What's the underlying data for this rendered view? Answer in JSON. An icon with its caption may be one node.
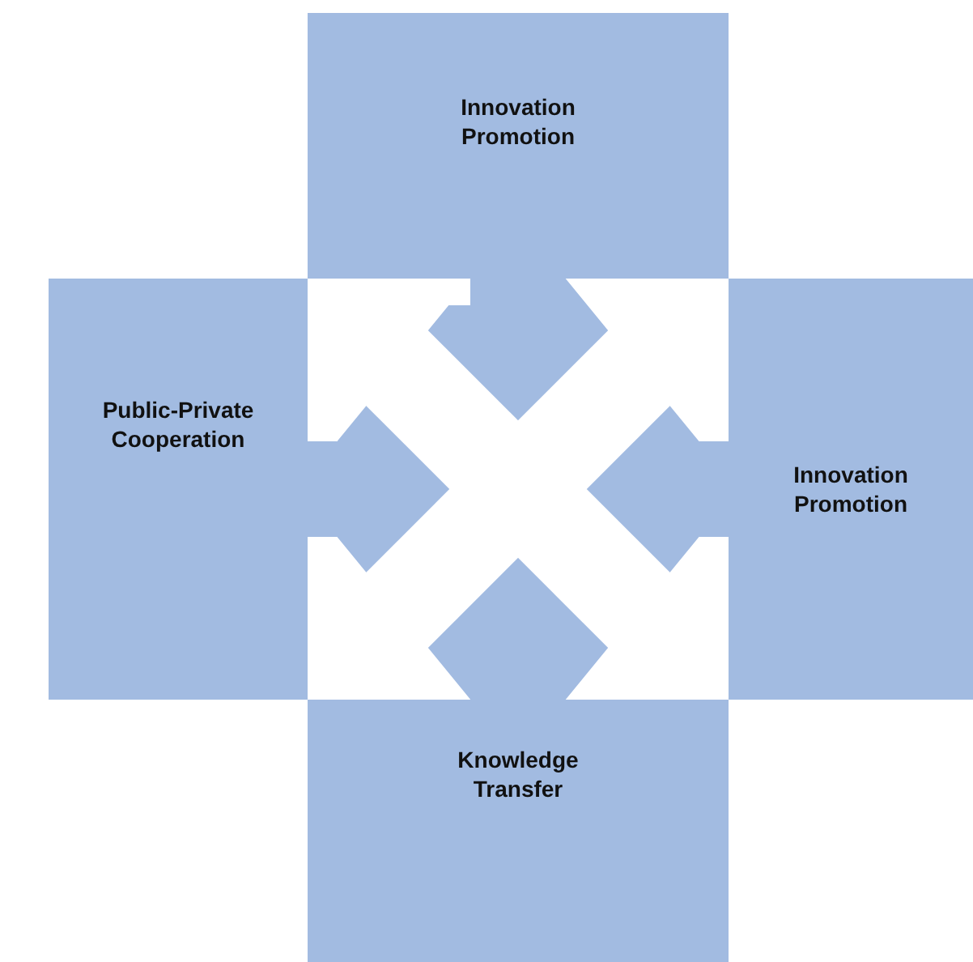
{
  "diagram": {
    "nodes": [
      {
        "text": [
          "Innovation Promotion"
        ]
      },
      {
        "text": [
          "Public-Private Cooperation"
        ]
      },
      {
        "text": [
          "Innovation Promotion"
        ]
      },
      {
        "text": [
          "Knowledge Transfer"
        ]
      }
    ]
  }
}
